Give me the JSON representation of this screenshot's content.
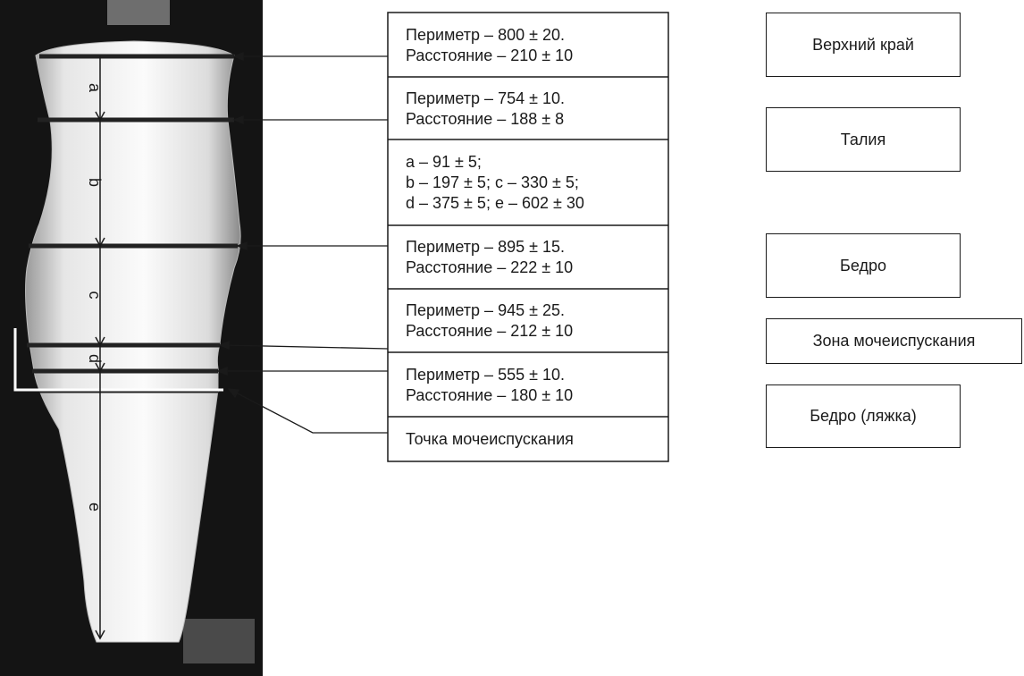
{
  "measurements": [
    {
      "perimeter": "Периметр – 800 ± 20.",
      "distance": "Расстояние – 210 ± 10"
    },
    {
      "perimeter": "Периметр – 754 ± 10.",
      "distance": "Расстояние – 188 ± 8"
    },
    {
      "perimeter": "Периметр – 895 ± 15.",
      "distance": "Расстояние – 222 ± 10"
    },
    {
      "perimeter": "Периметр – 945 ± 25.",
      "distance": "Расстояние – 212 ± 10"
    },
    {
      "perimeter": "Периметр – 555 ± 10.",
      "distance": "Расстояние – 180 ± 10"
    }
  ],
  "dimensions_box": {
    "line1": "a – 91 ± 5;",
    "line2": "b – 197 ± 5; c – 330 ± 5;",
    "line3": "d – 375 ± 5; e – 602 ± 30"
  },
  "urination_point": "Точка мочеиспускания",
  "zones": {
    "top_edge": "Верхний край",
    "waist": "Талия",
    "hip": "Бедро",
    "urination_zone": "Зона мочеиспускания",
    "thigh": "Бедро (ляжка)"
  },
  "segment_labels": [
    "a",
    "b",
    "c",
    "d",
    "e"
  ]
}
